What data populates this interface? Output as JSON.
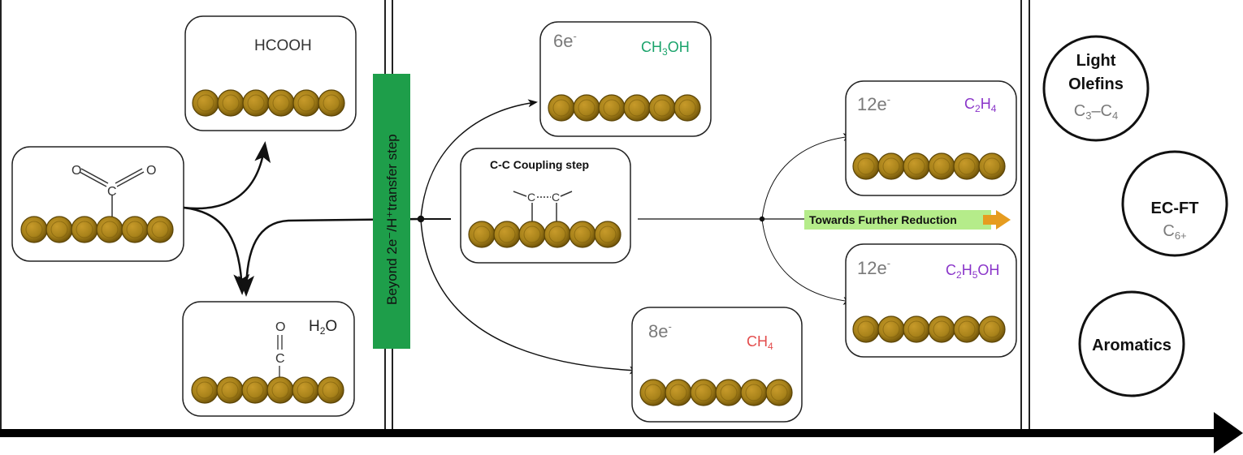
{
  "labels": {
    "hcooh": "HCOOH",
    "h2o_h": "H",
    "h2o_sub": "2",
    "h2o_o": "O",
    "atom_o": "O",
    "atom_c": "C",
    "band": "Beyond 2e⁻/H⁺transfer step",
    "e6": "6e",
    "e8": "8e",
    "e12a": "12e",
    "e12b": "12e",
    "minus": "-",
    "ch3oh_a": "CH",
    "ch3oh_sub": "3",
    "ch3oh_b": "OH",
    "ch4_a": "CH",
    "ch4_sub": "4",
    "c2h4_a": "C",
    "c2h4_sub1": "2",
    "c2h4_b": "H",
    "c2h4_sub2": "4",
    "c2h5oh_a": "C",
    "c2h5oh_sub1": "2",
    "c2h5oh_b": "H",
    "c2h5oh_sub2": "5",
    "c2h5oh_c": "OH",
    "coupling": "C-C Coupling step",
    "further": "Towards Further Reduction",
    "light1": "Light",
    "light2": "Olefins",
    "c3c4_a": "C",
    "c3c4_sub1": "3",
    "c3c4_dash": "–C",
    "c3c4_sub2": "4",
    "ecft": "EC-FT",
    "c6_a": "C",
    "c6_sub": "6+",
    "aromatics": "Aromatics"
  },
  "colors": {
    "sphere": "#a8821a",
    "sphere_dark": "#6e5208",
    "band": "#1e9e4a",
    "highlight": "#b5ec8a",
    "ch3oh": "#1aa36b",
    "ch4": "#e34c4c",
    "c2": "#8a35c9",
    "grey": "#7a7a7a",
    "arrow_orange": "#e69c1f"
  }
}
